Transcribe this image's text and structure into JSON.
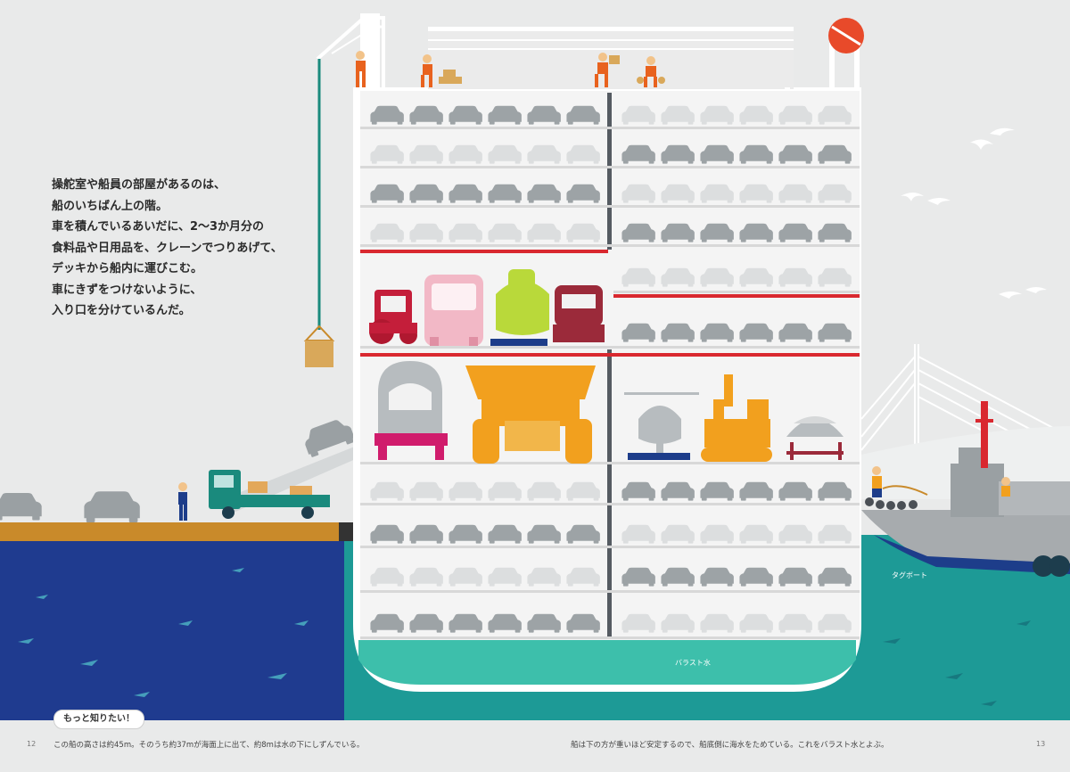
{
  "narration": {
    "lines": [
      "操舵室や船員の部屋があるのは、",
      "船のいちばん上の階。",
      "車を積んでいるあいだに、2〜3か月分の",
      "食料品や日用品を、クレーンでつりあげて、",
      "デッキから船内に運びこむ。",
      "車にきずをつけないように、",
      "入り口を分けているんだ。"
    ]
  },
  "labels": {
    "tugboat": "タグボート",
    "ballast": "バラスト水"
  },
  "footer": {
    "more_tag": "もっと知りたい！",
    "note_left": "この船の高さは約45m。そのうち約37mが海面上に出て、約8mは水の下にしずんでいる。",
    "note_right": "船は下の方が重いほど安定するので、船底側に海水をためている。これをバラスト水とよぶ。",
    "page_left": "12",
    "page_right": "13"
  },
  "colors": {
    "background": "#e9eaea",
    "sea_dark": "#1f3b8f",
    "sea_teal": "#1d9a96",
    "ballast": "#3dbfab",
    "red_line": "#d9282f",
    "orange": "#f2a01e",
    "quay": "#c98a2a"
  },
  "icons": [
    "crane",
    "worker",
    "truck",
    "car",
    "tractor",
    "bus",
    "machine",
    "train",
    "dump-truck",
    "helicopter",
    "excavator",
    "boat",
    "tugboat",
    "bridge",
    "seagull",
    "lifeboat"
  ]
}
